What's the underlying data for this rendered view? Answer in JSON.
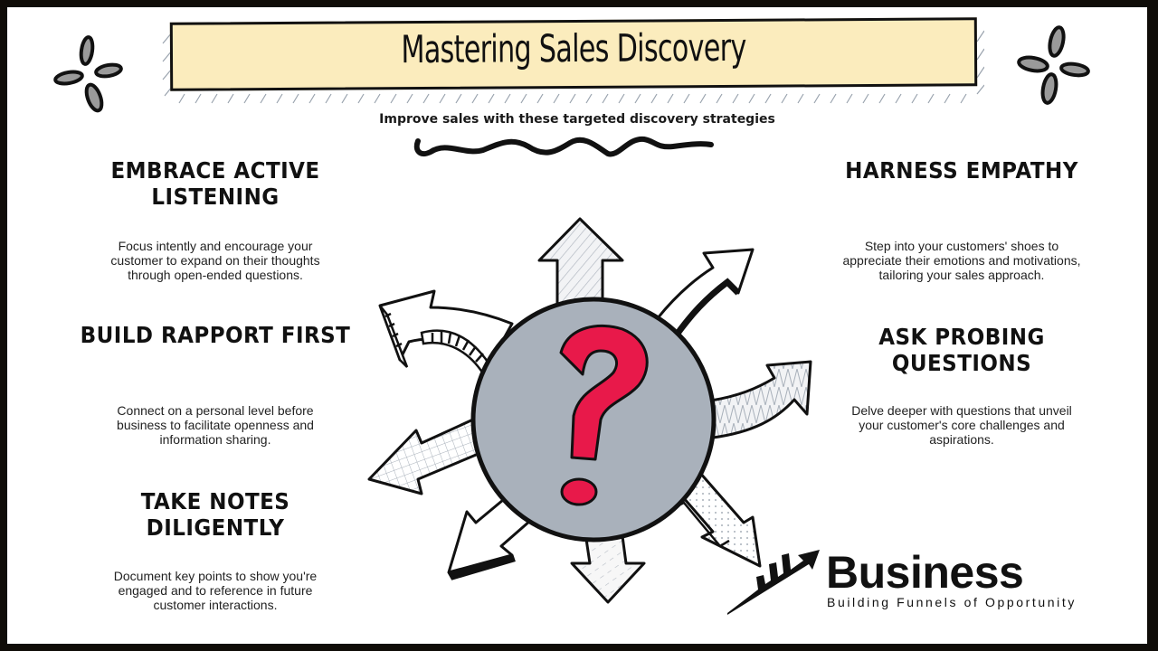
{
  "header": {
    "title": "Mastering Sales Discovery",
    "subtitle": "Improve sales with these targeted discovery strategies"
  },
  "strategies": [
    {
      "heading_line1": "EMBRACE ACTIVE",
      "heading_line2": "LISTENING",
      "description": [
        "Focus intently and encourage your",
        "customer to expand on their thoughts",
        "through open-ended questions."
      ]
    },
    {
      "heading_line1": "BUILD RAPPORT FIRST",
      "heading_line2": "",
      "description": [
        "Connect on a personal level before",
        "business to facilitate openness and",
        "information sharing."
      ]
    },
    {
      "heading_line1": "TAKE NOTES",
      "heading_line2": "DILIGENTLY",
      "description": [
        "Document key points to show you're",
        "engaged and to reference in future",
        "customer interactions."
      ]
    },
    {
      "heading_line1": "HARNESS EMPATHY",
      "heading_line2": "",
      "description": [
        "Step into your customers' shoes to",
        "appreciate their emotions and motivations,",
        "tailoring your sales approach."
      ]
    },
    {
      "heading_line1": "ASK PROBING",
      "heading_line2": "QUESTIONS",
      "description": [
        "Delve deeper with questions that unveil",
        "your customer's core challenges and",
        "aspirations."
      ]
    }
  ],
  "center_graphic": {
    "icon": "question-mark-icon",
    "symbol": "?",
    "circle_color": "#a9b1bb",
    "symbol_color": "#e8194a"
  },
  "brand": {
    "name": "Business",
    "tagline": "Building Funnels of Opportunity",
    "icon": "growth-chart-arrow-icon"
  },
  "colors": {
    "frame": "#0f0c08",
    "banner": "#fbecbd",
    "text": "#111111"
  }
}
